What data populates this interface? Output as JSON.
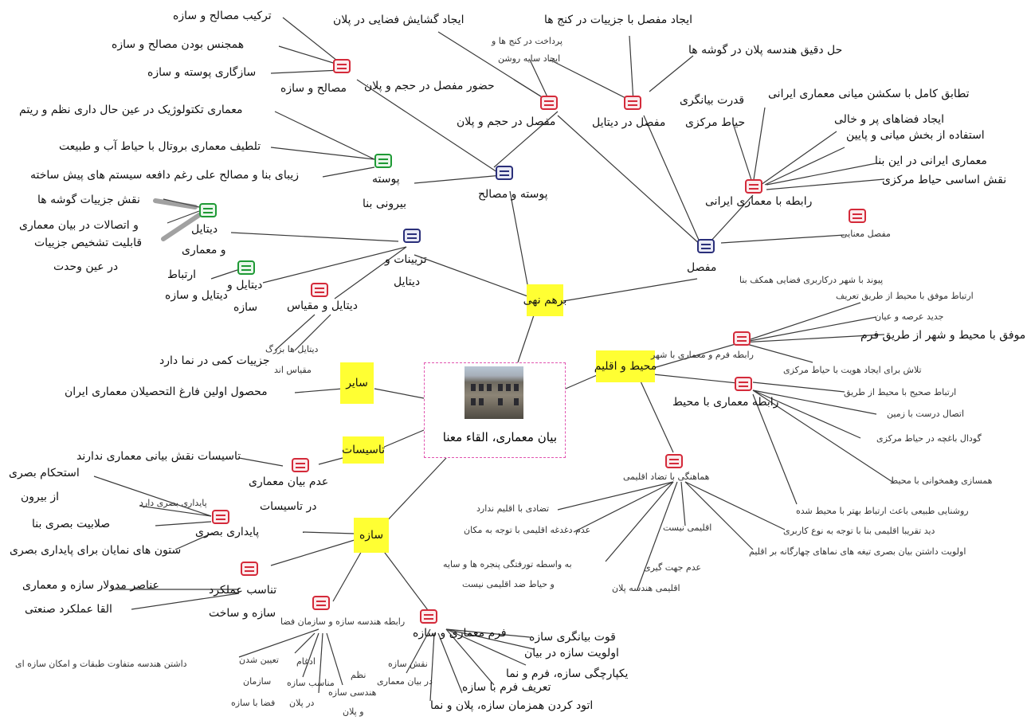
{
  "central": {
    "title": "بیان معماری، القاء معنا",
    "image": "building-photo"
  },
  "main_topics": {
    "borhami": "برهم نهی",
    "sayer": "سایر",
    "tasisat": "تاسیسات",
    "saze": "سازه",
    "mohit": "محیط و اقلیم"
  },
  "subtopics": {
    "poste_masaleh": "پوسته و مصالح",
    "tazyinat": "تزیینات و",
    "tazyinat2": "دیتایل",
    "mofasal": "مفصل",
    "mofasal_hajm": "مفصل در حجم و پلان",
    "mofasal_detail": "مفصل در دیتایل",
    "rabete_irani": "رابطه با معماری ایرانی",
    "mofasal_manaei": "مفصل معنایی",
    "masaleh_saze": "مصالح و سازه",
    "poste": "پوسته",
    "poste_biruni": "بیرونی بنا",
    "detail_memari_a": "دیتایل",
    "detail_memari_b": "و معماری",
    "detail_ertebat_a": "ارتباط",
    "detail_ertebat_b": "دیتایل و",
    "detail_ertebat_c": "سازه",
    "detail_meghyas": "دیتایل و مقیاس",
    "rabete_shahr": "رابطه فرم و معماری با شهر",
    "rabete_mohit": "رابطه معماری با محیط",
    "hamahangi": "هماهنگی با تضاد اقلیمی",
    "adam_bayan_a": "عدم بیان معماری",
    "adam_bayan_b": "در تاسیسات",
    "paydari": "پایداری بصری",
    "tanasob_a": "تناسب عملکرد",
    "tanasob_b": "سازه و ساخت",
    "rabete_hendese": "رابطه هندسه سازه و سازمان فضا",
    "form_saze": "فرم معماری و سازه"
  },
  "leaves": {
    "tarkib": "ترکیب مصالح و سازه",
    "hamjens": "همجنس بودن مصالح و سازه",
    "sazgari": "سازگاری پوسته و سازه",
    "tectonic": "معماری تکتولوژیک در عین حال داری نظم و ریتم",
    "latif": "تلطیف معماری بروتال با حیاط آب و طبیعت",
    "zibaei": "زیبای بنا و مصالح علی رغم دافعه سیستم های پیش ساخته",
    "naghsh_gushe": "نقش جزییات گوشه ها",
    "ettesalat": "و اتصالات در بیان معماری",
    "ghabeliat": "قابلیت تشخیص جزییات",
    "dar_ein": "در عین وحدت",
    "detail_ro": "دیتایل و سازه",
    "joziat_kami": "جزییات کمی در نما دارد",
    "detail_bozorg_a": "دیتایل ها بزرگ",
    "detail_bozorg_b": "مقیاس اند",
    "mahsul": "محصول اولین فارغ التحصیلان معماری ایران",
    "gosha": "ایجاد گشایش فضایی در پلان",
    "hozur": "حضور مفصل در حجم و پلان",
    "pardakht_a": "پرداخت در کنج ها و",
    "pardakht_b": "ایجاد سایه روشن",
    "ijad_mofasal": "ایجاد مفصل با جزییات در کنج ها",
    "hal": "حل دقیق هندسه پلان در گوشه ها",
    "ghodrat": "قدرت بیانگری",
    "hayat_markazi": "حیاط مرکزی",
    "tatbigh": "تطابق کامل با سکشن میانی معماری ایرانی",
    "ijad_faza": "ایجاد فضاهای پر و خالی",
    "estefade": "استفاده از  بخش  میانی و پایین",
    "memari_irani": "معماری ایرانی در این بنا",
    "naghsh_asasi": "نقش اساسی حیاط مرکزی",
    "peyvand": "پیوند با شهر درکاربری فضایی همکف بنا",
    "ertebat_movafagh": "ارتباط موفق با محیط از طریق تعریف",
    "jadid": "جدید عرصه و عیان",
    "ertebat_form": "ارتباط موفق با محیط و شهر از طریق فرم",
    "talash": "تلاش برای ایجاد هویت با حیاط مرکزی",
    "ertebat_sahih": "ارتباط صحیح با محیط از طریق",
    "ettesal": "اتصال درست با زمین",
    "gowdal": "گودال باغچه در حیاط مرکزی",
    "hamsazi": "همسازی  وهمخوانی با محیط",
    "roshanaei": "روشنایی طبیعی باعث ارتباط بهتر با محیط شده",
    "did": "دید تقریبا اقلیمی بنا با توجه به نوع کاربری",
    "olaviat": "اولویت داشتن بیان بصری تیغه های نماهای چهارگانه بر اقلیم",
    "tazadi": "تضادی با اقلیم ندارد",
    "adam_daghdaghe": "عدم دغدغه اقلیمی با توجه به مکان",
    "eghlimi_nist": "اقلیمی نیست",
    "be_vasete": "به واسطه تورفتگی پنجره ها و سایه",
    "hayat_zed": "و حیاط ضد اقلیمی نیست",
    "adam_jahat": "عدم جهت گیری",
    "eghlimi_hendese": "اقلیمی هندسه پلان",
    "tasisat_naghsh": "تاسیسات نقش بیانی معماری ندارند",
    "estehkam": "استحکام بصری",
    "az_birun": "از بیرون",
    "paydari_dard": "پایداری بصری دارد",
    "salabat": "صلابیت بصری بنا",
    "sotun": "ستون های نمایان برای پایداری بصری",
    "anasor": "عناصر مدولار سازه و معماری",
    "alqa": "القا عملکرد صنعتی",
    "dashtan": "داشتن هندسه متفاوت طبقات و امکان سازه ای",
    "edgham_a": "ادغام",
    "edgham_b": "تعیین شدن",
    "monaseb_a": "مناسب سازه",
    "monaseb_b": "سازمان",
    "dar_plan": "در پلان",
    "faza_ba": "فضا با سازه",
    "nazm_a": "نظم",
    "nazm_b": "هندسی سازه",
    "nazm_c": "و پلان",
    "naghsh_saze_a": "نقش سازه",
    "naghsh_saze_b": "در بیان معماری",
    "ghovat": "قوت بیانگری سازه",
    "olaviat_saze": "اولویت سازه در بیان",
    "yekparchegi": "یکپارچگی سازه، فرم و نما",
    "tarif": "تعریف فرم با سازه",
    "atud": "اتود کردن همزمان سازه، پلان و نما"
  }
}
